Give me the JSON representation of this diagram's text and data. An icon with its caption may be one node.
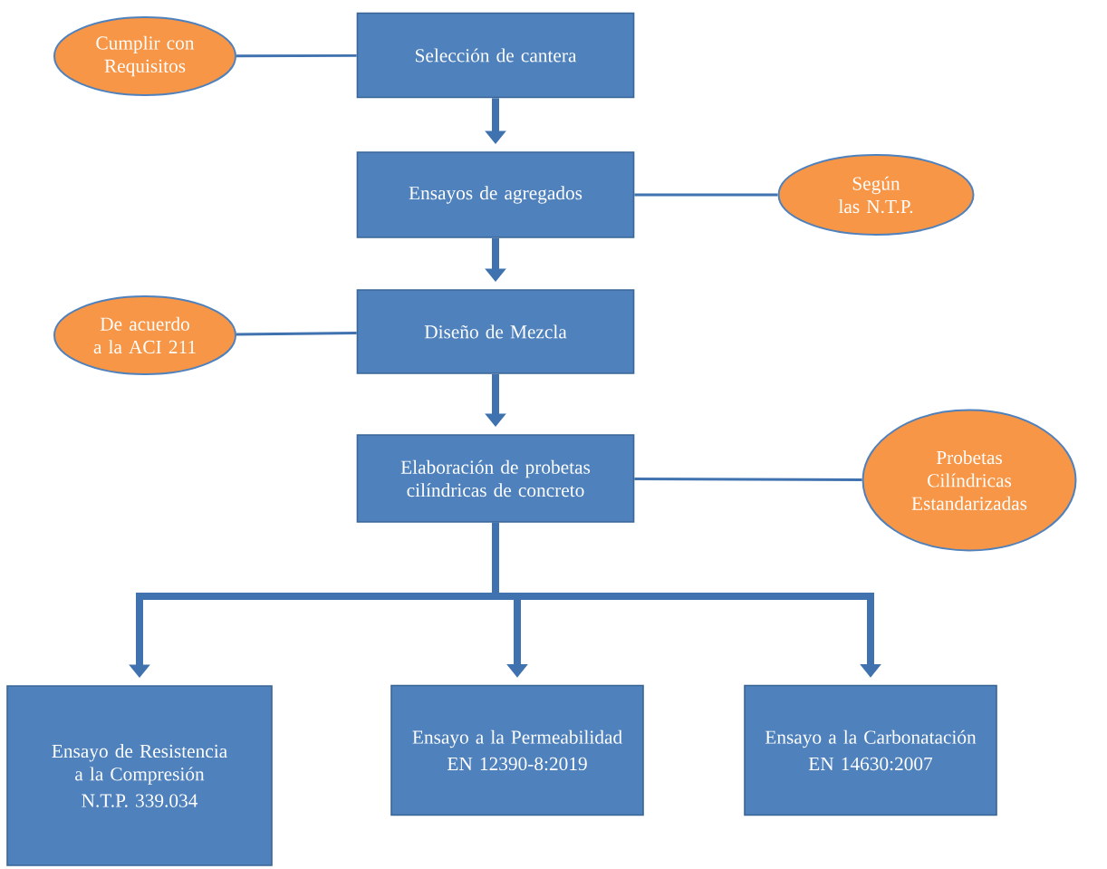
{
  "diagram": {
    "nodes": [
      {
        "text": [
          "Cumplir con Requisitos"
        ]
      },
      {
        "text": [
          "Selección de cantera"
        ]
      },
      {
        "text": [
          "Ensayos de agregados"
        ]
      },
      {
        "text": [
          "Según las N.T.P."
        ]
      },
      {
        "text": [
          "De acuerdo a la ACI 211"
        ]
      },
      {
        "text": [
          "Diseño de Mezcla"
        ]
      },
      {
        "text": [
          "Elaboración de probetas cilíndricas de concreto"
        ]
      },
      {
        "text": [
          "Probetas Cilíndricas Estandarizadas"
        ]
      },
      {
        "text": [
          "Ensayo de Resistencia a la Compresión",
          "N.T.P. 339.034"
        ]
      },
      {
        "text": [
          "Ensayo a la Permeabilidad",
          "EN 12390-8:2019"
        ]
      },
      {
        "text": [
          "Ensayo a la Carbonatación",
          "EN 14630:2007"
        ]
      }
    ],
    "edges": [
      {
        "from": 0,
        "to": 1,
        "arrow": "none"
      },
      {
        "from": 1,
        "to": 2,
        "arrow": "to"
      },
      {
        "from": 2,
        "to": 3,
        "arrow": "none"
      },
      {
        "from": 2,
        "to": 5,
        "arrow": "to"
      },
      {
        "from": 4,
        "to": 5,
        "arrow": "none"
      },
      {
        "from": 5,
        "to": 6,
        "arrow": "to"
      },
      {
        "from": 6,
        "to": 7,
        "arrow": "none"
      },
      {
        "from": 6,
        "to": 8,
        "arrow": "to"
      },
      {
        "from": 6,
        "to": 9,
        "arrow": "to"
      },
      {
        "from": 6,
        "to": 10,
        "arrow": "to"
      }
    ]
  }
}
